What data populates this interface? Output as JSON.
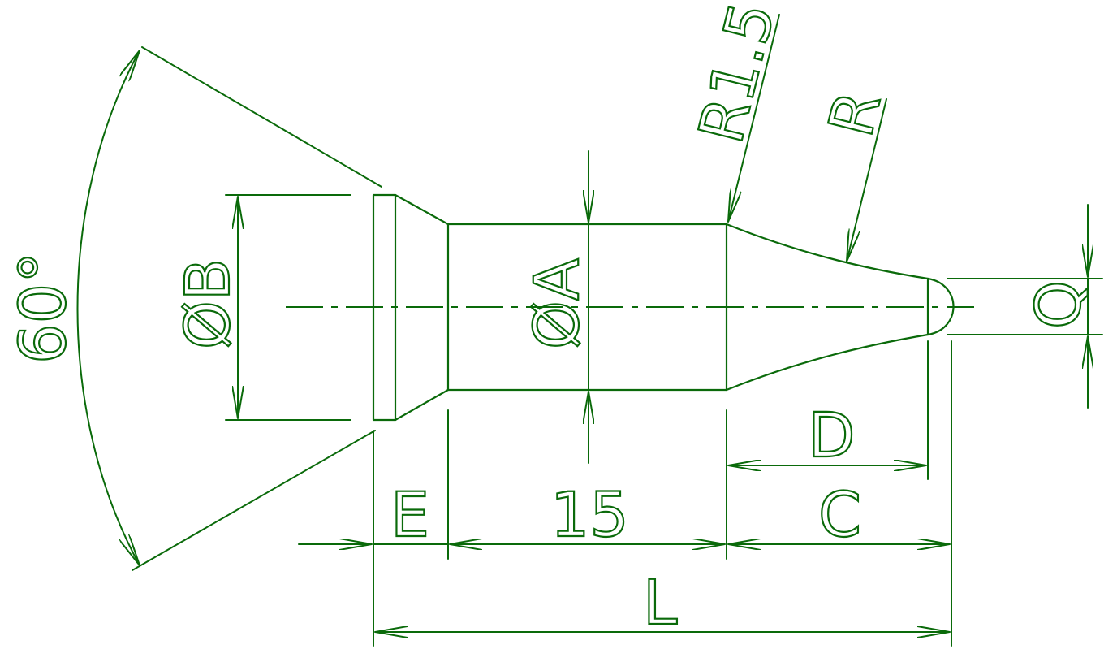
{
  "drawing": {
    "line_color": "#0a6a0a",
    "background": "#ffffff",
    "labels": {
      "angle": "60°",
      "dia_b": "ØB",
      "dia_a": "ØA",
      "radius_small": "R1.5",
      "radius": "R",
      "q": "Q",
      "d": "D",
      "e": "E",
      "shank": "15",
      "c": "C",
      "l": "L"
    }
  }
}
